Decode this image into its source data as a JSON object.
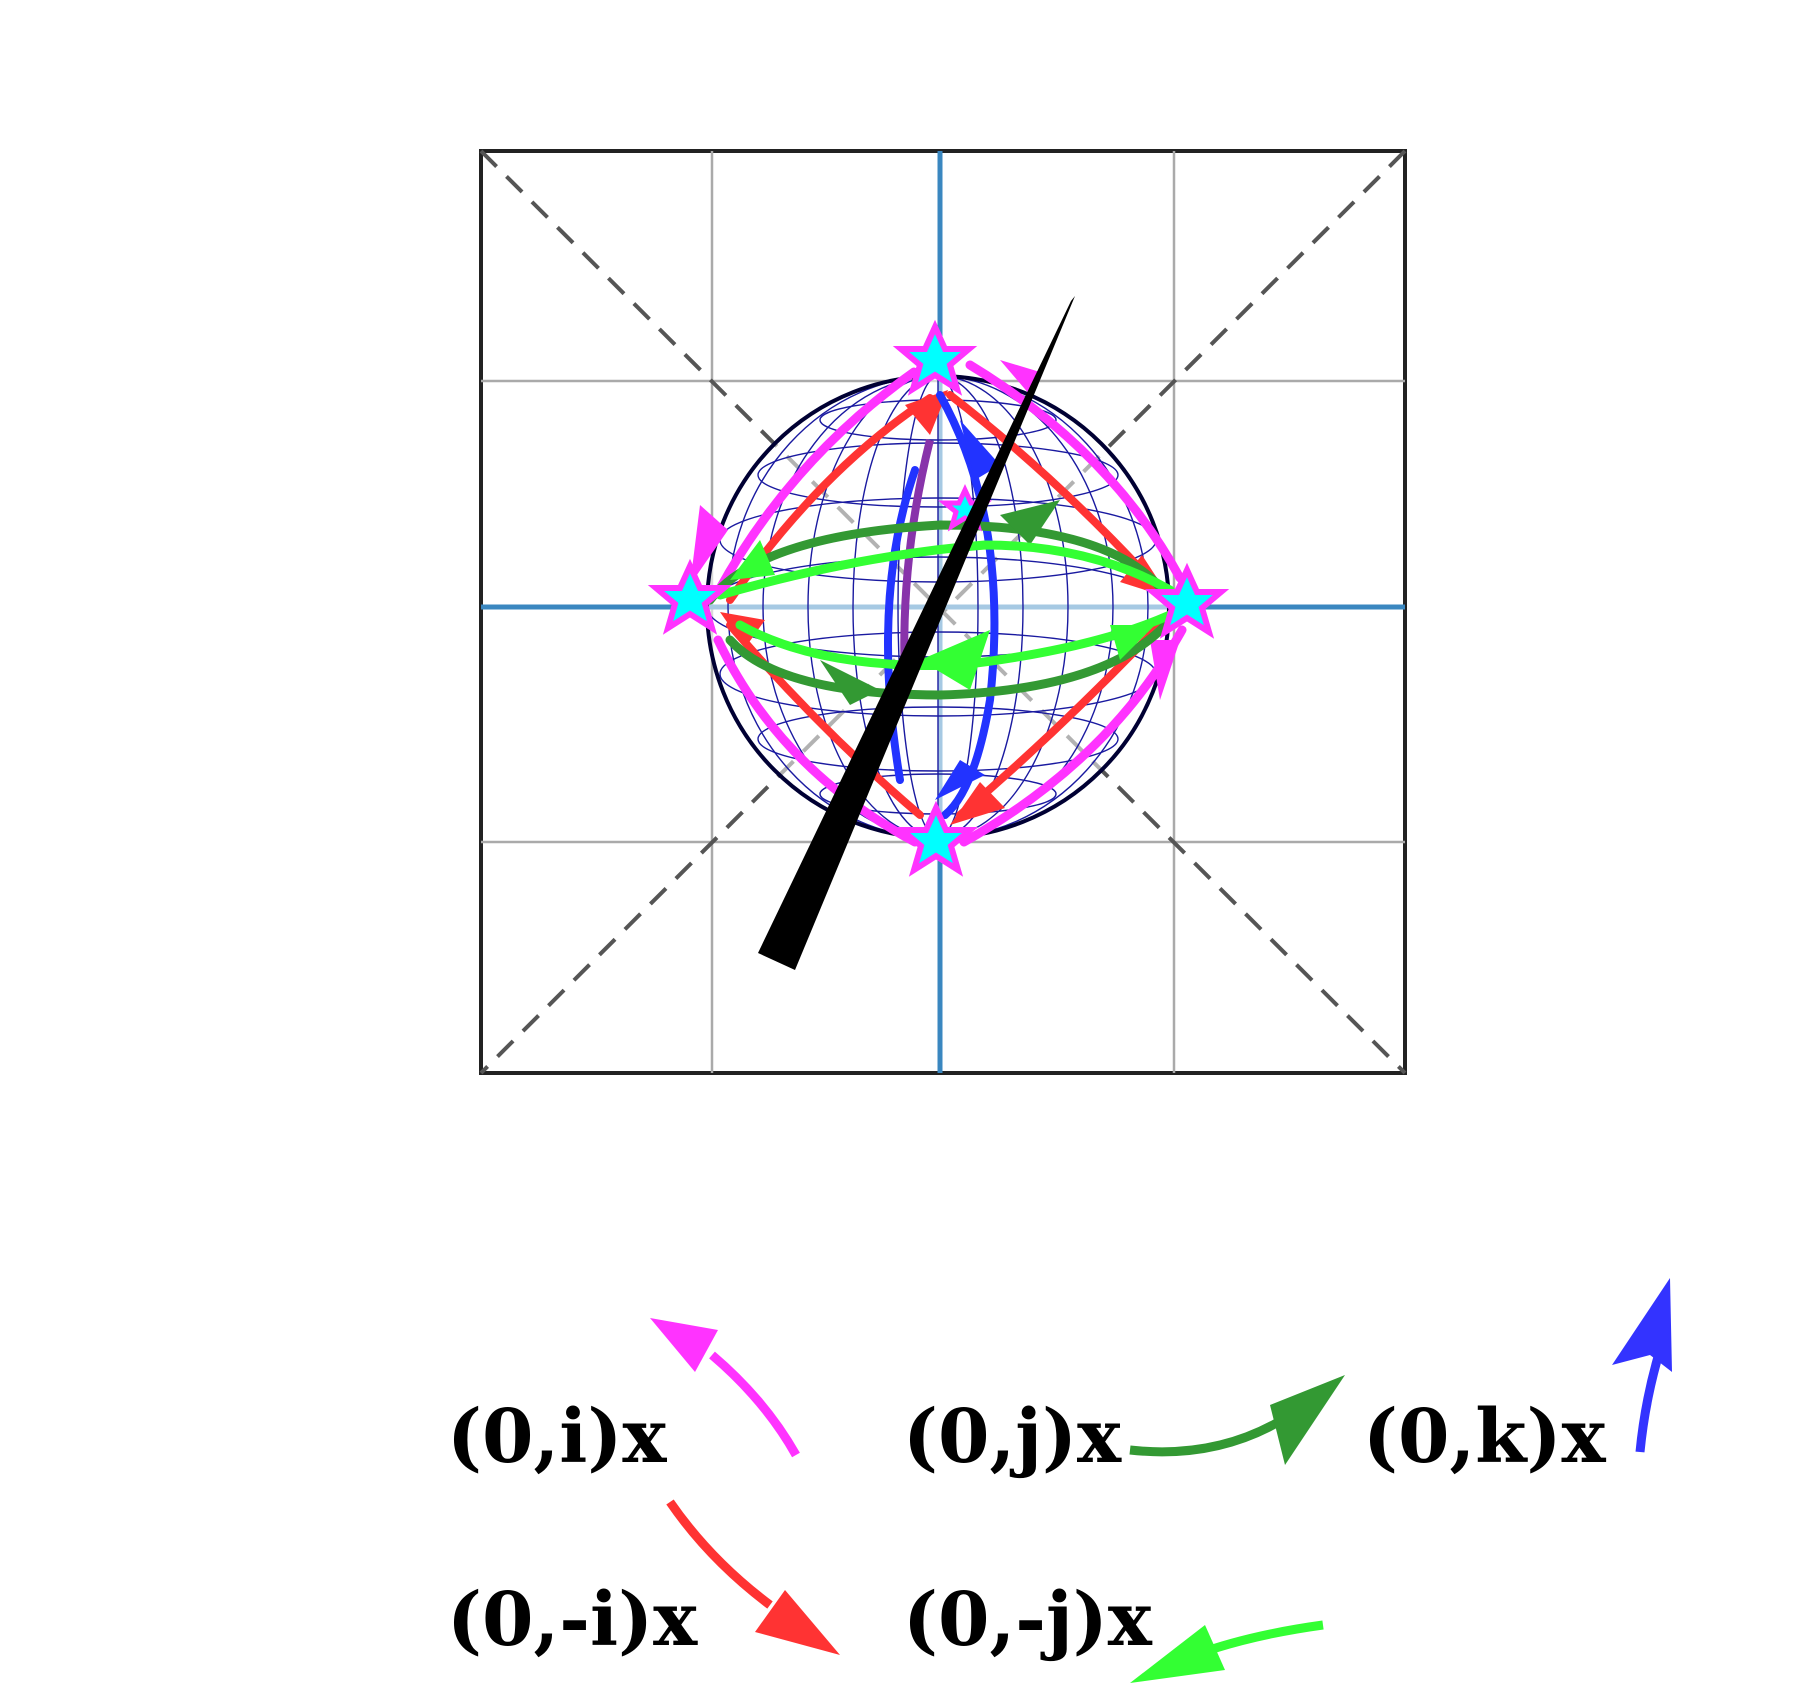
{
  "legend": {
    "pos_i": {
      "label": "(0,i)x",
      "color": "#ff33ff"
    },
    "neg_i": {
      "label": "(0,-i)x",
      "color": "#ff3333"
    },
    "pos_j": {
      "label": "(0,j)x",
      "color": "#339933"
    },
    "neg_j": {
      "label": "(0,-j)x",
      "color": "#33ff33"
    },
    "pos_k": {
      "label": "(0,k)x",
      "color": "#3333ff"
    }
  },
  "colors": {
    "frame": "#222222",
    "grid": "#aaaaaa",
    "axis": "#3a87c0",
    "diagonal": "#555555",
    "sphere_outline": "#000033",
    "sphere_mesh": "#1a1aa0",
    "star_outer": "#ff33ff",
    "star_inner": "#00ffff",
    "needle": "#000000"
  },
  "icons": {
    "pole_marker": "star-icon",
    "pointer": "needle-icon"
  }
}
